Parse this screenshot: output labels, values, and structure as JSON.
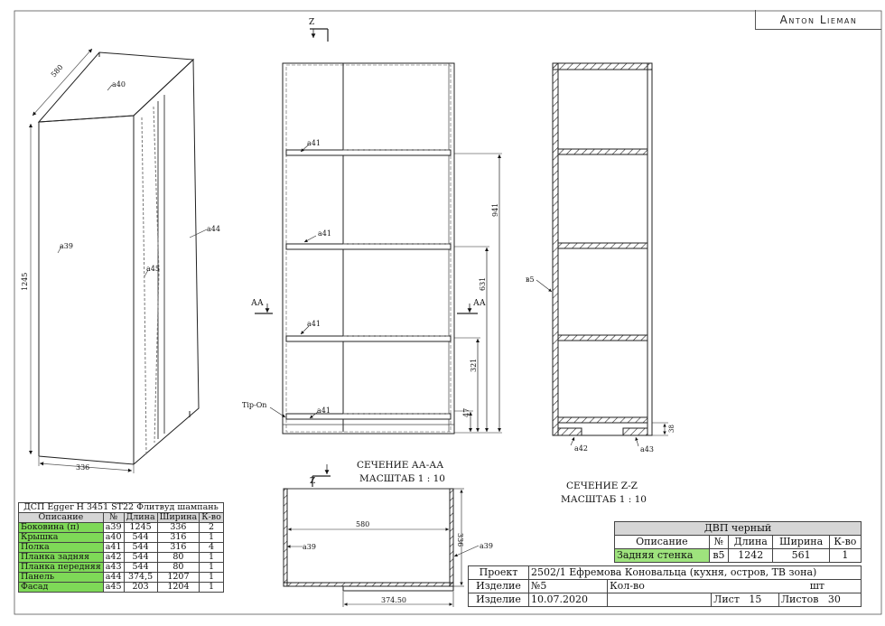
{
  "brand": "Anton Lieman",
  "iso": {
    "dim_depth": "580",
    "dim_height": "1245",
    "dim_width": "336",
    "labels": {
      "a40": "a40",
      "a39": "a39",
      "a45": "a45",
      "a44": "a44"
    }
  },
  "section_aa": {
    "title": "СЕЧЕНИЕ АА-АА",
    "scale": "МАСШТАБ 1 : 10",
    "marker_left": "АА",
    "marker_right": "АА",
    "marker_top": "Z",
    "tipon": "Tip-On",
    "shelf_label": "a41",
    "dims": [
      "941",
      "631",
      "321",
      "47"
    ]
  },
  "section_zz": {
    "title": "СЕЧЕНИЕ Z-Z",
    "scale": "МАСШТАБ 1 : 10",
    "label_back": "в5",
    "label_a42": "a42",
    "label_a43": "a43",
    "dim_38": "38"
  },
  "plan_view": {
    "marker": "Z",
    "dim_580": "580",
    "dim_336": "336",
    "dim_37450": "374.50",
    "label_left": "a39",
    "label_right": "a39"
  },
  "material_table": {
    "title": "ДСП Egger H 3451 ST22 Флитвуд шампань",
    "headers": [
      "Описание",
      "№",
      "Длина",
      "Ширина",
      "К-во"
    ],
    "rows": [
      [
        "Боковина (п)",
        "a39",
        "1245",
        "336",
        "2"
      ],
      [
        "Крышка",
        "a40",
        "544",
        "316",
        "1"
      ],
      [
        "Полка",
        "a41",
        "544",
        "316",
        "4"
      ],
      [
        "Планка задняя",
        "a42",
        "544",
        "80",
        "1"
      ],
      [
        "Планка передняя",
        "a43",
        "544",
        "80",
        "1"
      ],
      [
        "Панель",
        "a44",
        "374,5",
        "1207",
        "1"
      ],
      [
        "Фасад",
        "a45",
        "203",
        "1204",
        "1"
      ]
    ]
  },
  "dvp_table": {
    "title": "ДВП черный",
    "headers": [
      "Описание",
      "№",
      "Длина",
      "Ширина",
      "К-во"
    ],
    "rows": [
      [
        "Задняя стенка",
        "в5",
        "1242",
        "561",
        "1"
      ]
    ]
  },
  "title_block": {
    "project_label": "Проект",
    "project_value": "2502/1 Ефремова Коновальца (кухня, остров, ТВ зона)",
    "item_label": "Изделие",
    "item_no": "№5",
    "qty_label": "Кол-во",
    "qty_unit": "шт",
    "date_label": "Изделие",
    "date_value": "10.07.2020",
    "sheet_label": "Лист",
    "sheet_value": "15",
    "sheets_label": "Листов",
    "sheets_value": "30"
  }
}
